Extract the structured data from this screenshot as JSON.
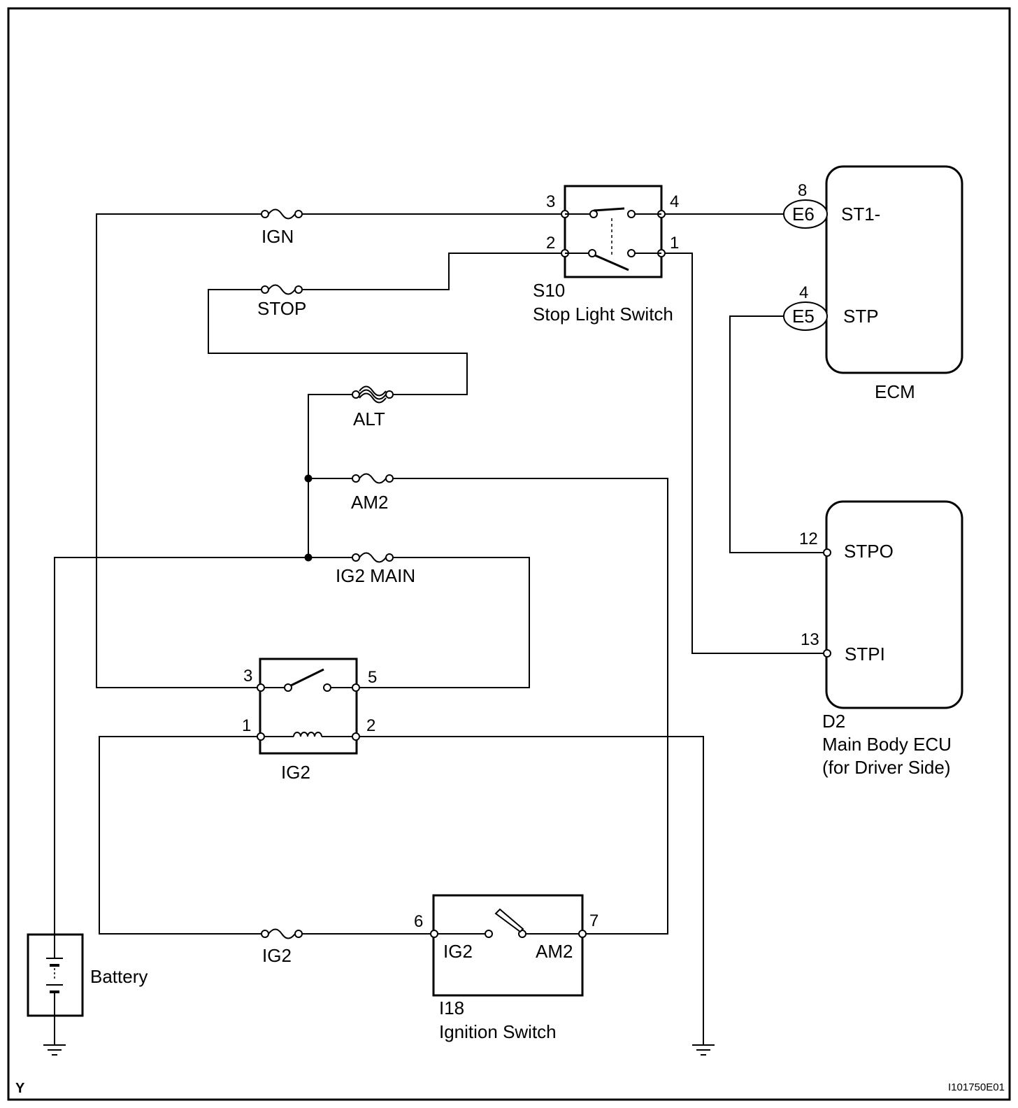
{
  "fuses": {
    "ign": "IGN",
    "stop": "STOP",
    "alt": "ALT",
    "am2": "AM2",
    "ig2_main": "IG2 MAIN",
    "ig2": "IG2"
  },
  "stop_light_switch": {
    "code": "S10",
    "name": "Stop Light Switch",
    "pins": {
      "p3": "3",
      "p4": "4",
      "p2": "2",
      "p1": "1"
    }
  },
  "ecm": {
    "name": "ECM",
    "connectors": {
      "e6": {
        "label": "E6",
        "pin": "8",
        "signal": "ST1-"
      },
      "e5": {
        "label": "E5",
        "pin": "4",
        "signal": "STP"
      }
    }
  },
  "main_body_ecu": {
    "code": "D2",
    "name_line1": "Main Body ECU",
    "name_line2": "(for Driver Side)",
    "pins": {
      "stpo": {
        "pin": "12",
        "signal": "STPO"
      },
      "stpi": {
        "pin": "13",
        "signal": "STPI"
      }
    }
  },
  "ig2_relay": {
    "name": "IG2",
    "pins": {
      "p3": "3",
      "p5": "5",
      "p1": "1",
      "p2": "2"
    }
  },
  "ignition_switch": {
    "code": "I18",
    "name": "Ignition Switch",
    "pins": {
      "p6": "6",
      "p7": "7"
    },
    "terminals": {
      "ig2": "IG2",
      "am2": "AM2"
    }
  },
  "battery": {
    "name": "Battery"
  },
  "footer": {
    "corner_mark": "Y",
    "figure_id": "I101750E01"
  }
}
